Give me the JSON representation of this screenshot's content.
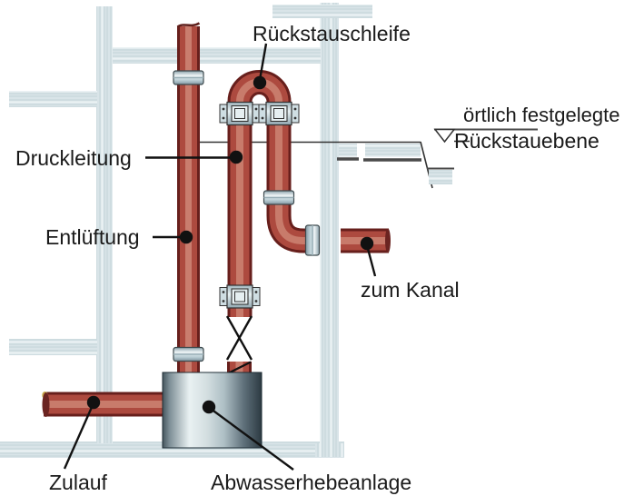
{
  "diagram": {
    "type": "technical-illustration",
    "subject": "sewage lifting station with backflow loop (building cross-section)",
    "labels": {
      "backflow_loop": "Rückstauschleife",
      "pressure_line": "Druckleitung",
      "vent": "Entlüftung",
      "backflow_level_line1": "örtlich festgelegte",
      "backflow_level_line2": "Rückstauebene",
      "to_sewer": "zum Kanal",
      "inlet": "Zulauf",
      "lifting_station": "Abwasserhebeanlage"
    },
    "colors": {
      "background": "#ffffff",
      "pipe_red": "#ad4a3f",
      "pipe_dark": "#671f1c",
      "pipe_highlight": "#c97d6e",
      "pipe_open_end": "#c9a84c",
      "wall_fill": "#d9e4e8",
      "wall_streak": "#c2d3d9",
      "metal_light": "#eef4f6",
      "metal_mid": "#b9cdd4",
      "metal_dark": "#8ba2ab",
      "tank_dark": "#2c3a42",
      "line_color": "#1a1a1a"
    },
    "icons": {
      "water_level": "water-level-icon",
      "gate_valve": "gate-valve-icon",
      "pipe_clamp": "pipe-clamp-icon",
      "pipe_sleeve": "pipe-coupling-icon"
    }
  }
}
